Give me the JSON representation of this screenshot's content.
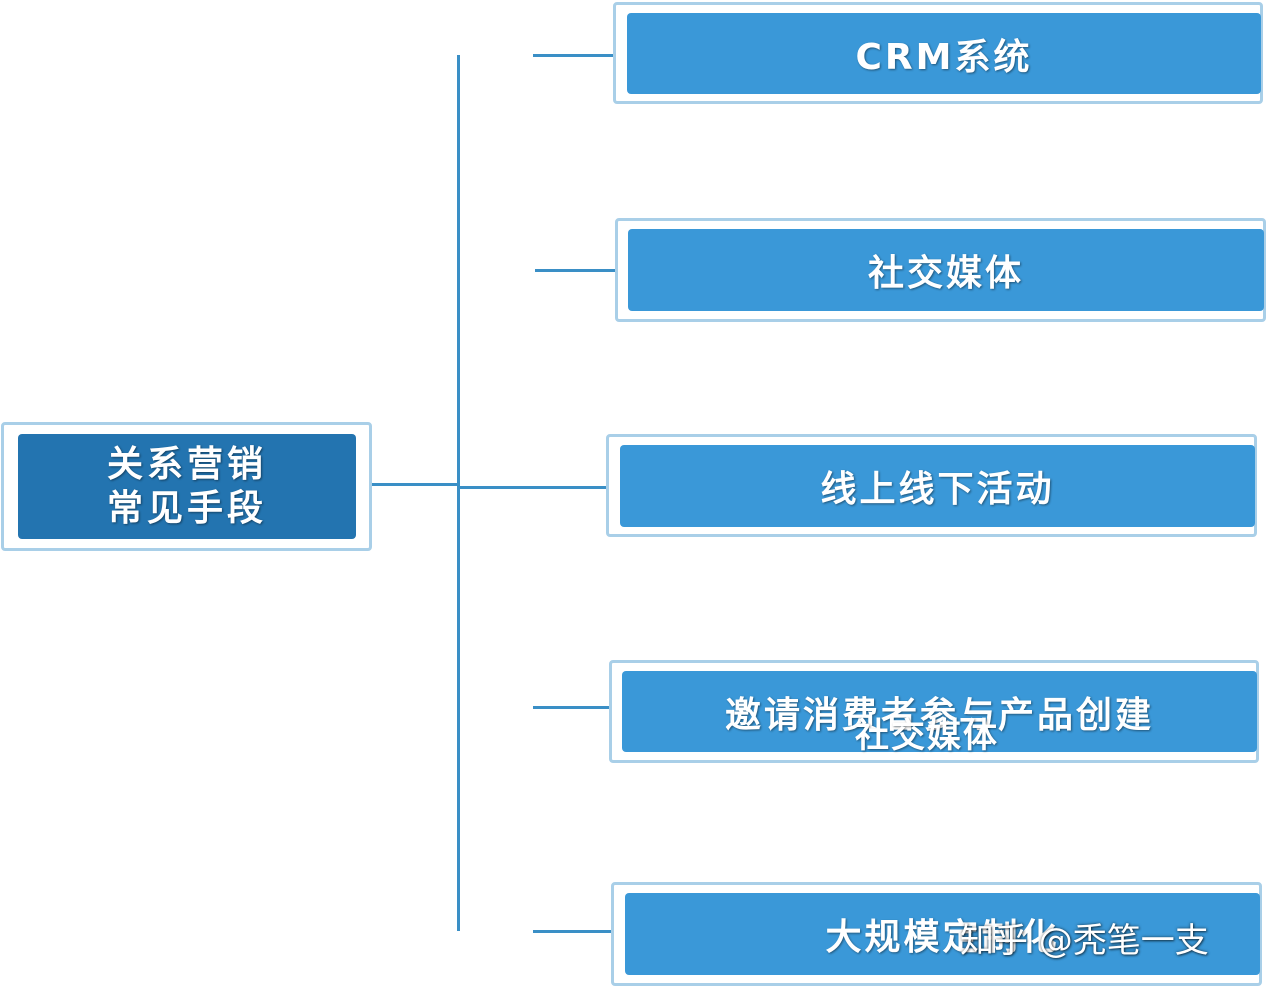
{
  "diagram": {
    "root": {
      "line1": "关系营销",
      "line2": "常见手段"
    },
    "branches": [
      {
        "label": "CRM系统"
      },
      {
        "label": "社交媒体"
      },
      {
        "label": "线上线下活动"
      },
      {
        "label": "邀请消费者参与产品创建"
      },
      {
        "label": "大规模定制化"
      }
    ],
    "overlay_text": "社交媒体",
    "watermark": "知乎 @秃笔一支"
  },
  "colors": {
    "root_fill": "#2374b0",
    "leaf_fill": "#3a98d8",
    "outline": "#a9cfe8",
    "connector": "#3a8fc6"
  }
}
